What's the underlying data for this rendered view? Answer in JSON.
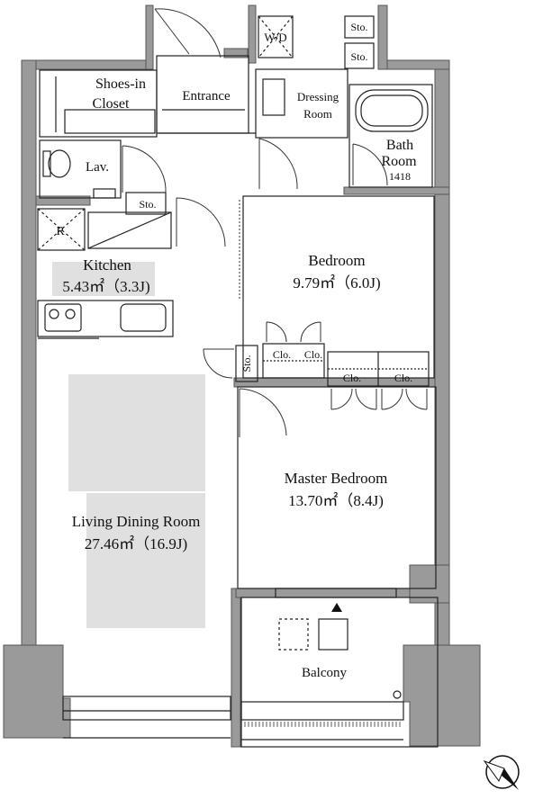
{
  "rooms": {
    "shoes_closet": {
      "line1": "Shoes-in",
      "line2": "Closet"
    },
    "entrance": "Entrance",
    "wd": "W/D",
    "storage": "Sto.",
    "dressing_room": {
      "line1": "Dressing",
      "line2": "Room"
    },
    "bath_room": {
      "line1": "Bath",
      "line2": "Room",
      "code": "1418"
    },
    "lavatory": "Lav.",
    "refrigerator": "R",
    "kitchen": {
      "name": "Kitchen",
      "area": "5.43㎡（3.3J)"
    },
    "bedroom": {
      "name": "Bedroom",
      "area": "9.79㎡（6.0J)"
    },
    "closet": "Clo.",
    "master_bedroom": {
      "name": "Master Bedroom",
      "area": "13.70㎡（8.4J)"
    },
    "living_dining": {
      "name": "Living Dining Room",
      "area": "27.46㎡（16.9J)"
    },
    "balcony": "Balcony"
  },
  "colors": {
    "wall": "#9a9a9a",
    "wall_dark": "#7d7d7d",
    "line": "#222222",
    "floor_patch": "#e0e0e0",
    "fixture": "#333333"
  },
  "icons": [
    "north-compass-icon",
    "balcony-entry-arrow-icon"
  ]
}
